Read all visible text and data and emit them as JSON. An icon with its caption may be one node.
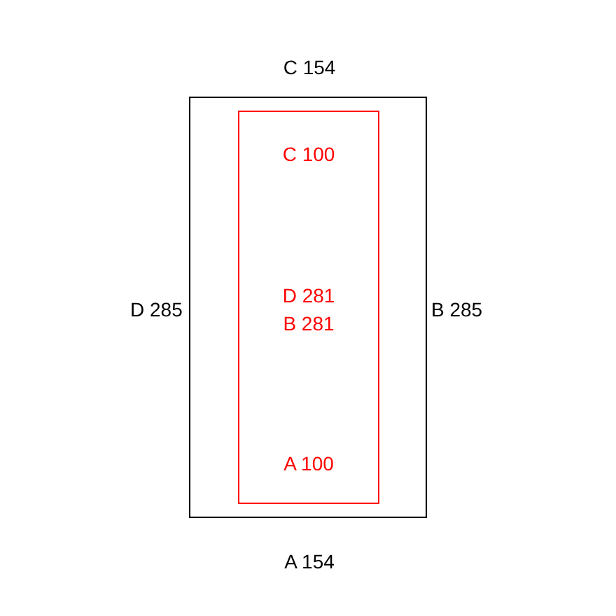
{
  "diagram": {
    "nodes": [
      {
        "text": [],
        "shape": "box",
        "beside": [
          "C 154",
          "D 285",
          "B 285",
          "A 154"
        ]
      },
      {
        "text": [
          "C 100",
          "D 281",
          "B 281",
          "A 100"
        ],
        "in": 0
      }
    ],
    "edges": []
  }
}
